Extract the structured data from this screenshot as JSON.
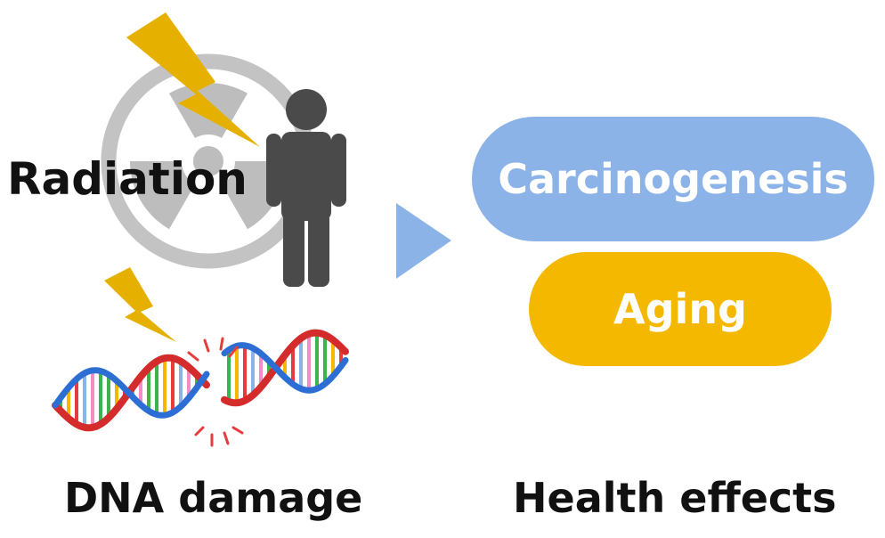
{
  "cause": {
    "radiation_label": "Radiation",
    "dna_damage_label": "DNA damage"
  },
  "effects": {
    "heading": "Health effects",
    "items": [
      {
        "label": "Carcinogenesis",
        "color": "#8cb3e8"
      },
      {
        "label": "Aging",
        "color": "#f5b800"
      }
    ]
  },
  "colors": {
    "arrow": "#8cb3e8",
    "lightning": "#e6b000",
    "radiation_symbol": "#c0c0c0",
    "person": "#4a4a4a",
    "dna_backbone": "#d42c2c",
    "dna_break_marks": "#e83c3c"
  },
  "icons": [
    "radiation-symbol-icon",
    "lightning-bolt-icon",
    "person-icon",
    "dna-double-helix-icon",
    "arrow-right-icon"
  ]
}
